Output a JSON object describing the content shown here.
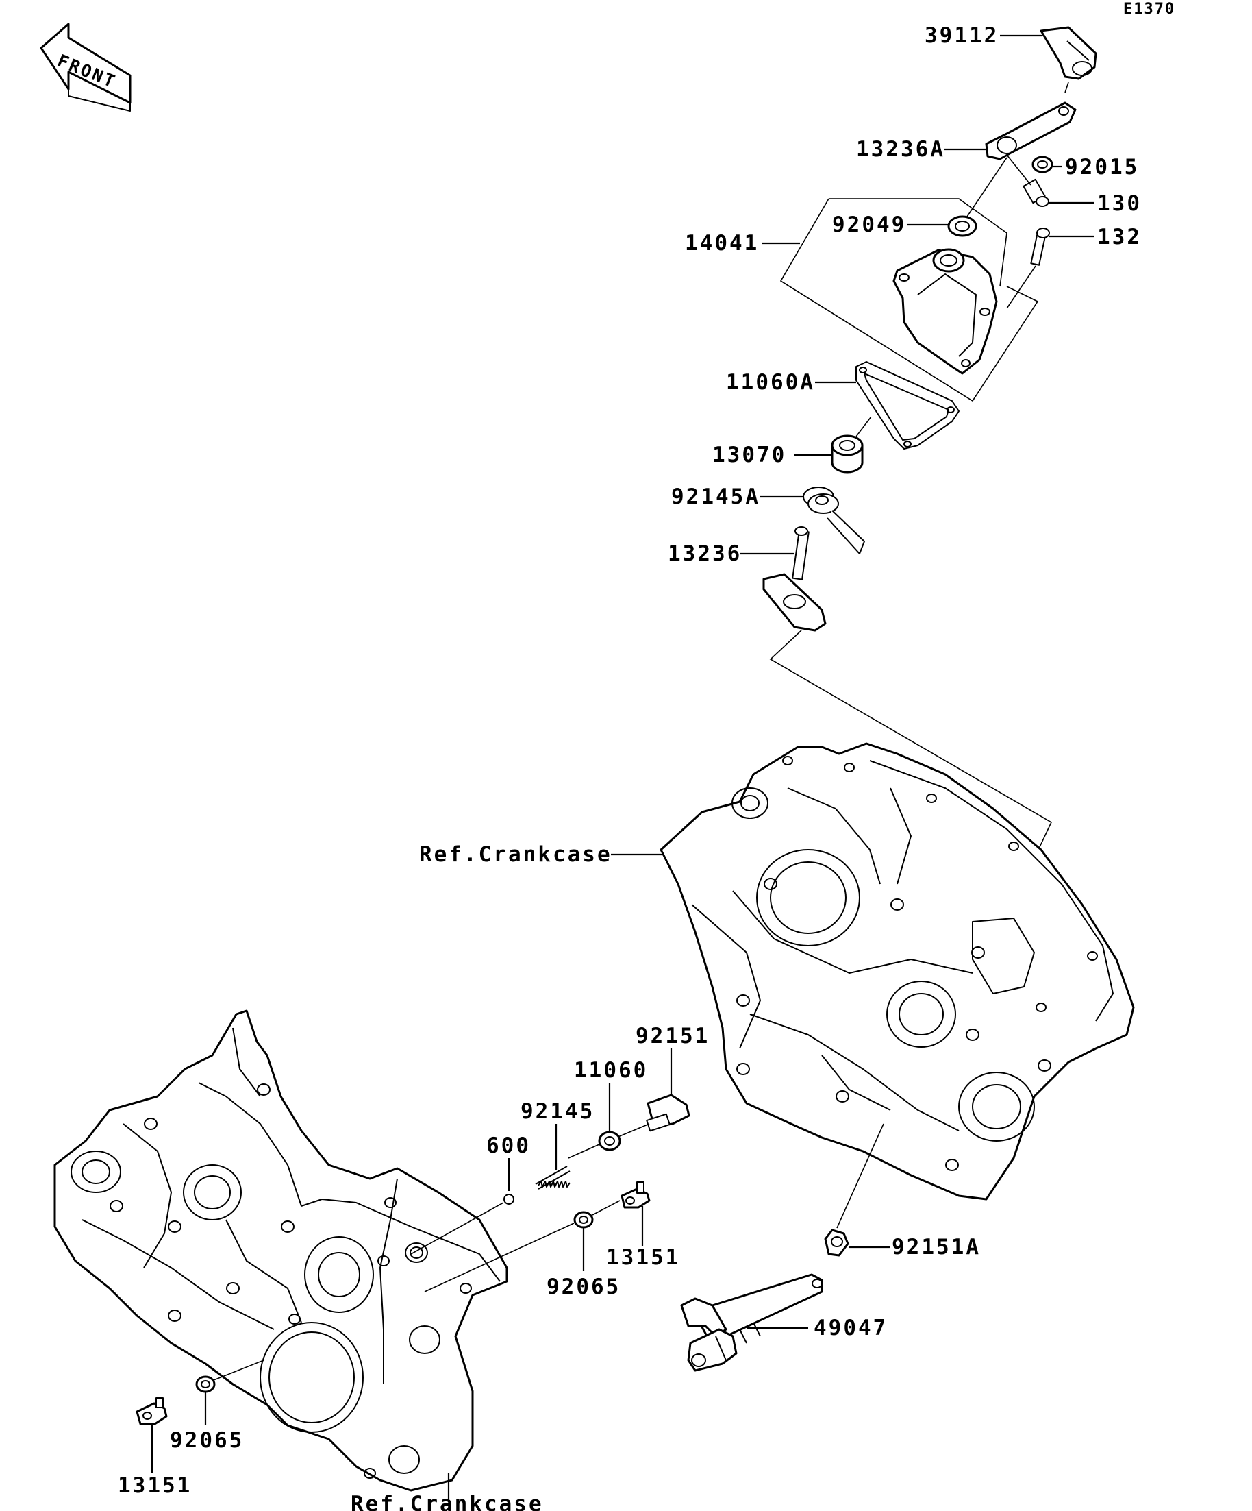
{
  "diagram": {
    "code": "E1370",
    "front_label": "FRONT",
    "parts": {
      "p39112": "39112",
      "p13236A": "13236A",
      "p92015": "92015",
      "p130": "130",
      "p92049": "92049",
      "p14041": "14041",
      "p132": "132",
      "p11060A": "11060A",
      "p13070": "13070",
      "p92145A": "92145A",
      "p13236": "13236",
      "ref_crankcase_upper": "Ref.Crankcase",
      "p92151": "92151",
      "p11060": "11060",
      "p92145": "92145",
      "p600": "600",
      "p13151_mid": "13151",
      "p92065_mid": "92065",
      "p92151A": "92151A",
      "p49047": "49047",
      "p92065_low": "92065",
      "p13151_low": "13151",
      "ref_crankcase_lower": "Ref.Crankcase"
    }
  }
}
